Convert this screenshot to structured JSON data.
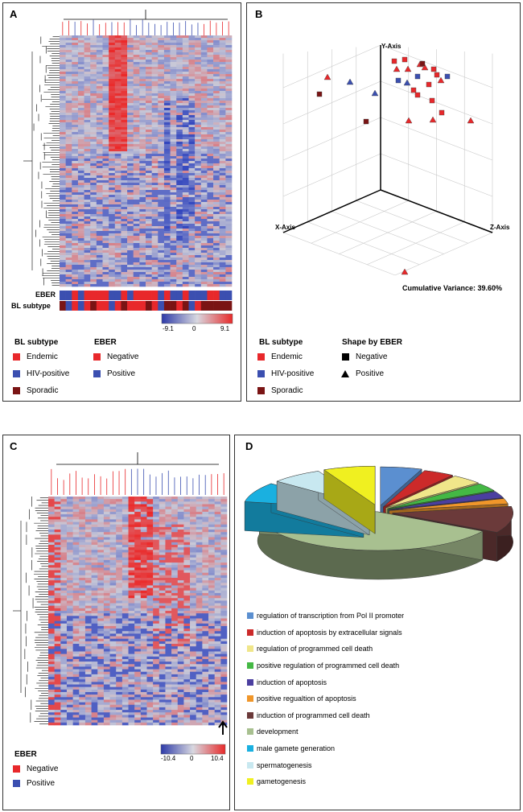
{
  "panel_a": {
    "label": "A",
    "eber_label": "EBER",
    "subtype_label": "BL subtype",
    "scale_min": "-9.1",
    "scale_mid": "0",
    "scale_max": "9.1",
    "legend_subtype_title": "BL subtype",
    "legend_subtype_items": [
      "Endemic",
      "HIV-positive",
      "Sporadic"
    ],
    "legend_eber_title": "EBER",
    "legend_eber_items": [
      "Negative",
      "Positive"
    ]
  },
  "panel_b": {
    "label": "B",
    "y_axis": "Y-Axis",
    "x_axis": "X-Axis",
    "z_axis": "Z-Axis",
    "variance": "Cumulative Variance: 39.60%",
    "legend_subtype_title": "BL subtype",
    "legend_subtype_items": [
      "Endemic",
      "HIV-positive",
      "Sporadic"
    ],
    "legend_shape_title": "Shape by EBER",
    "legend_shape_items": [
      "Negative",
      "Positive"
    ]
  },
  "panel_c": {
    "label": "C",
    "scale_min": "-10.4",
    "scale_mid": "0",
    "scale_max": "10.4",
    "legend_eber_title": "EBER",
    "legend_eber_items": [
      "Negative",
      "Positive"
    ]
  },
  "panel_d": {
    "label": "D",
    "go_terms": [
      "regulation of transcription from Pol II promoter",
      "induction of apoptosis by extracellular signals",
      "regulation of programmed cell death",
      "positive regulation of programmed cell death",
      "induction of apoptosis",
      "positive regualtion of apoptosis",
      "induction of programmed cell death",
      "development",
      "male gamete generation",
      "spermatogenesis",
      "gametogenesis"
    ]
  },
  "colors": {
    "endemic": "#e8282b",
    "hiv_positive": "#3b4fb0",
    "sporadic": "#7a1414",
    "negative": "#e8282b",
    "positive": "#3b4fb0",
    "go": [
      "#5b8fd0",
      "#cc2a2a",
      "#f0e68a",
      "#44b844",
      "#4b3fa0",
      "#f0962a",
      "#6b3a3a",
      "#a8c090",
      "#1ab0e0",
      "#c8e8f0",
      "#f0f020"
    ]
  }
}
